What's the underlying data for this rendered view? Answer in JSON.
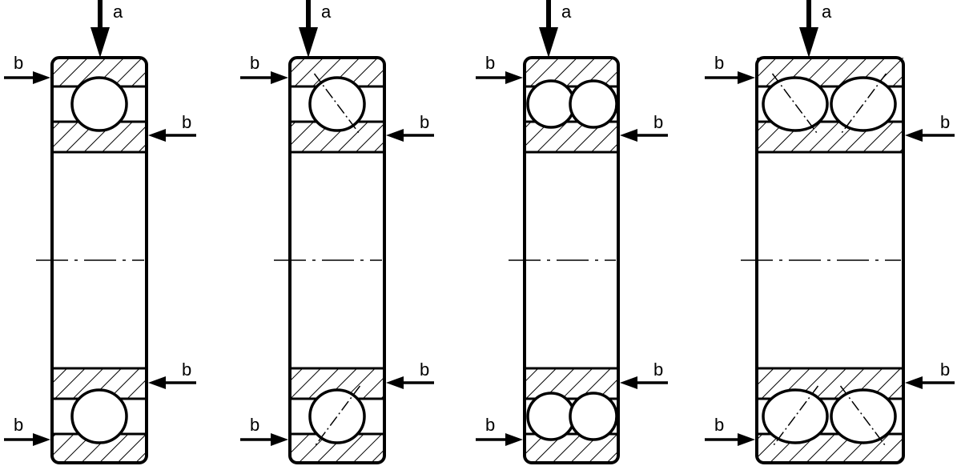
{
  "labels": {
    "axial_force": "a",
    "radial_force": "b"
  },
  "bearings": [
    {
      "type": "deep-groove-ball"
    },
    {
      "type": "angular-contact-ball"
    },
    {
      "type": "double-row-deep-groove-ball"
    },
    {
      "type": "double-row-angular-contact-ball"
    }
  ],
  "colors": {
    "ink": "#000000",
    "paper": "#ffffff"
  }
}
